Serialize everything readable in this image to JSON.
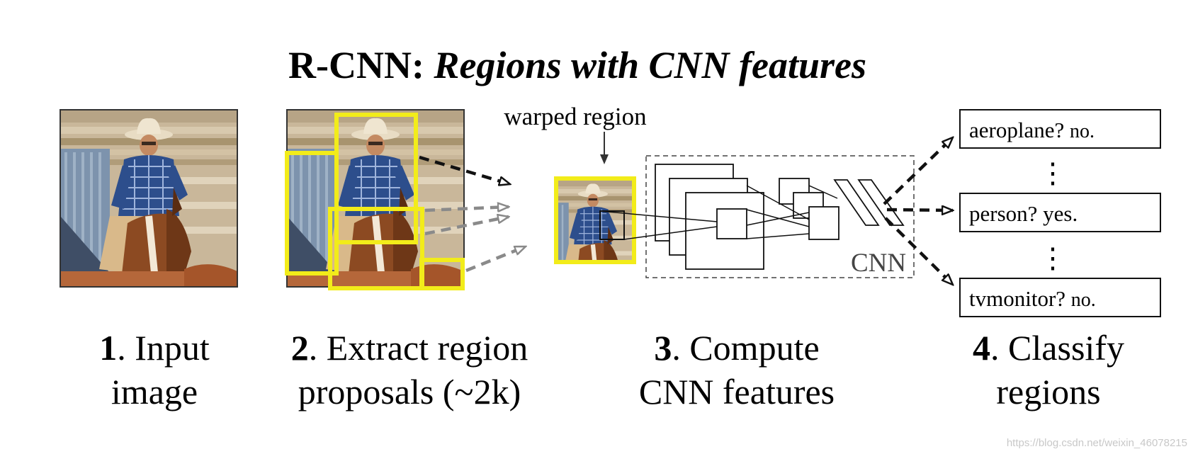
{
  "title": {
    "bold": "R-CNN:",
    "italic": "Regions with CNN features"
  },
  "steps": [
    {
      "num": "1",
      "line1": ". Input",
      "line2": "image"
    },
    {
      "num": "2",
      "line1": ". Extract region",
      "line2": "proposals (~2k)"
    },
    {
      "num": "3",
      "line1": ". Compute",
      "line2": "CNN features"
    },
    {
      "num": "4",
      "line1": ". Classify",
      "line2": "regions"
    }
  ],
  "warped_label": "warped region",
  "cnn_label": "CNN",
  "classes": [
    {
      "label": "aeroplane?",
      "answer": "no."
    },
    {
      "label": "person?",
      "answer": "yes."
    },
    {
      "label": "tvmonitor?",
      "answer": "no."
    }
  ],
  "ellipsis": "⋮",
  "watermark": "https://blog.csdn.net/weixin_46078215",
  "colors": {
    "proposal_box": "#f2ec1a",
    "ink": "#111111",
    "dashed_arrow": "#8a8a8a"
  },
  "icons": {
    "photo": "cowboy-on-horse-photo",
    "arrow_head": "hollow-triangle-arrowhead"
  }
}
